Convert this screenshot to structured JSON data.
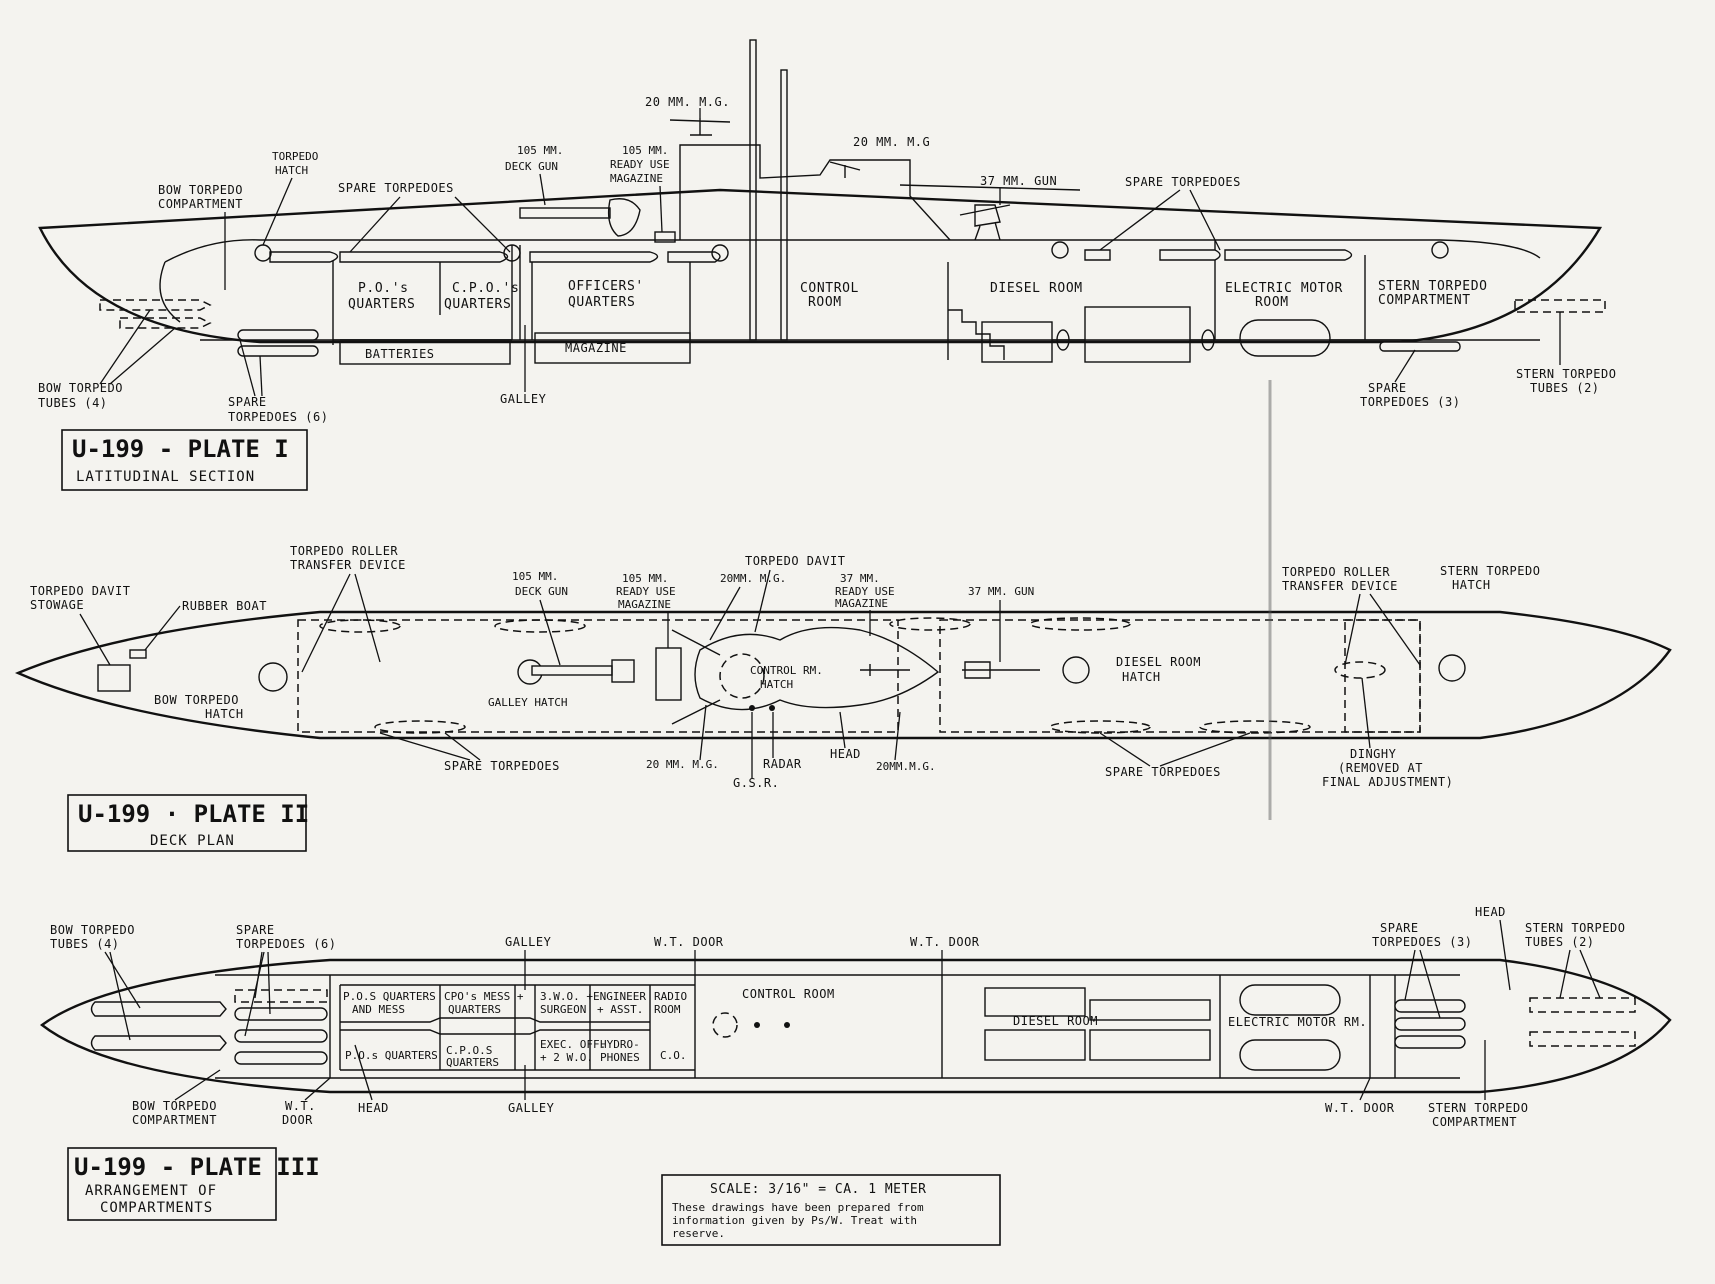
{
  "plate1": {
    "title": "U-199 - PLATE I",
    "subtitle": "LATITUDINAL SECTION",
    "labels": {
      "mg_20_top": "20 MM. M.G.",
      "mg_20_rear": "20 MM. M.G",
      "gun_105_a": "105 MM.",
      "gun_105_b": "DECK GUN",
      "ready_a": "105 MM.",
      "ready_b": "READY USE",
      "ready_c": "MAGAZINE",
      "gun_37": "37 MM. GUN",
      "torpedo_hatch_a": "TORPEDO",
      "torpedo_hatch_b": "HATCH",
      "bow_comp_a": "BOW TORPEDO",
      "bow_comp_b": "COMPARTMENT",
      "spare_fwd": "SPARE TORPEDOES",
      "spare_aft": "SPARE TORPEDOES",
      "po_a": "P.O.'s",
      "po_b": "QUARTERS",
      "cpo_a": "C.P.O.'s",
      "cpo_b": "QUARTERS",
      "off_a": "OFFICERS'",
      "off_b": "QUARTERS",
      "ctrl_a": "CONTROL",
      "ctrl_b": "ROOM",
      "diesel": "DIESEL ROOM",
      "emotor_a": "ELECTRIC MOTOR",
      "emotor_b": "ROOM",
      "stern_comp_a": "STERN TORPEDO",
      "stern_comp_b": "COMPARTMENT",
      "batteries": "BATTERIES",
      "magazine": "MAGAZINE",
      "bow_tubes_a": "BOW TORPEDO",
      "bow_tubes_b": "TUBES (4)",
      "spare6_a": "SPARE",
      "spare6_b": "TORPEDOES (6)",
      "galley": "GALLEY",
      "spare3_a": "SPARE",
      "spare3_b": "TORPEDOES (3)",
      "stern_tubes_a": "STERN TORPEDO",
      "stern_tubes_b": "TUBES (2)"
    }
  },
  "plate2": {
    "title": "U-199 · PLATE II",
    "subtitle": "DECK PLAN",
    "labels": {
      "roller_fwd_a": "TORPEDO ROLLER",
      "roller_fwd_b": "TRANSFER DEVICE",
      "davit_stow_a": "TORPEDO DAVIT",
      "davit_stow_b": "STOWAGE",
      "rubber_boat": "RUBBER BOAT",
      "bow_hatch_a": "BOW TORPEDO",
      "bow_hatch_b": "HATCH",
      "gun_105_a": "105 MM.",
      "gun_105_b": "DECK GUN",
      "ready_a": "105 MM.",
      "ready_b": "READY USE",
      "ready_c": "MAGAZINE",
      "davit": "TORPEDO DAVIT",
      "mg_20_fwd": "20MM. M.G.",
      "ready37_a": "37 MM.",
      "ready37_b": "READY USE",
      "ready37_c": "MAGAZINE",
      "gun_37": "37 MM. GUN",
      "galley_hatch": "GALLEY HATCH",
      "ctrl_hatch_a": "CONTROL RM.",
      "ctrl_hatch_b": "HATCH",
      "diesel_hatch_a": "DIESEL ROOM",
      "diesel_hatch_b": "HATCH",
      "roller_aft_a": "TORPEDO ROLLER",
      "roller_aft_b": "TRANSFER DEVICE",
      "stern_hatch_a": "STERN TORPEDO",
      "stern_hatch_b": "HATCH",
      "spare_fwd": "SPARE TORPEDOES",
      "mg_20_a": "20 MM. M.G.",
      "radar": "RADAR",
      "gsr": "G.S.R.",
      "head": "HEAD",
      "mg_20_b": "20MM.M.G.",
      "spare_aft": "SPARE TORPEDOES",
      "dinghy_a": "DINGHY",
      "dinghy_b": "(REMOVED AT",
      "dinghy_c": "FINAL ADJUSTMENT)"
    }
  },
  "plate3": {
    "title": "U-199 - PLATE III",
    "subtitle_a": "ARRANGEMENT OF",
    "subtitle_b": "COMPARTMENTS",
    "labels": {
      "bow_tubes_a": "BOW TORPEDO",
      "bow_tubes_b": "TUBES (4)",
      "spare6_a": "SPARE",
      "spare6_b": "TORPEDOES (6)",
      "galley_top": "GALLEY",
      "wt_door_top": "W.T. DOOR",
      "wt_door_top2": "W.T. DOOR",
      "head_top": "HEAD",
      "spare3_a": "SPARE",
      "spare3_b": "TORPEDOES (3)",
      "stern_tubes_a": "STERN TORPEDO",
      "stern_tubes_b": "TUBES (2)",
      "pos_mess_a": "P.O.S QUARTERS",
      "pos_mess_b": "AND MESS",
      "cpo_mess_a": "CPO's MESS +",
      "cpo_mess_b": "QUARTERS",
      "wo_a": "3.W.O. +",
      "wo_b": "SURGEON",
      "eng_a": "ENGINEER",
      "eng_b": "+ ASST.",
      "radio_a": "RADIO",
      "radio_b": "ROOM",
      "ctrl": "CONTROL ROOM",
      "diesel": "DIESEL ROOM",
      "emotor": "ELECTRIC MOTOR RM.",
      "pos_q": "P.O.s QUARTERS",
      "cpos_a": "C.P.O.S",
      "cpos_b": "QUARTERS",
      "exec_a": "EXEC. OFF.",
      "exec_b": "+ 2 W.O.",
      "hydro_a": "HYDRO-",
      "hydro_b": "PHONES",
      "co": "C.O.",
      "bow_comp_a": "BOW TORPEDO",
      "bow_comp_b": "COMPARTMENT",
      "wt_door_bot_a": "W.T.",
      "wt_door_bot_b": "DOOR",
      "head_bot": "HEAD",
      "galley_bot": "GALLEY",
      "wt_door_aft": "W.T. DOOR",
      "stern_comp_a": "STERN TORPEDO",
      "stern_comp_b": "COMPARTMENT"
    }
  },
  "scale": {
    "title": "SCALE:  3/16\" = CA. 1 METER",
    "note_1": "These drawings have been prepared from",
    "note_2": "information given by Ps/W. Treat with",
    "note_3": "reserve."
  }
}
